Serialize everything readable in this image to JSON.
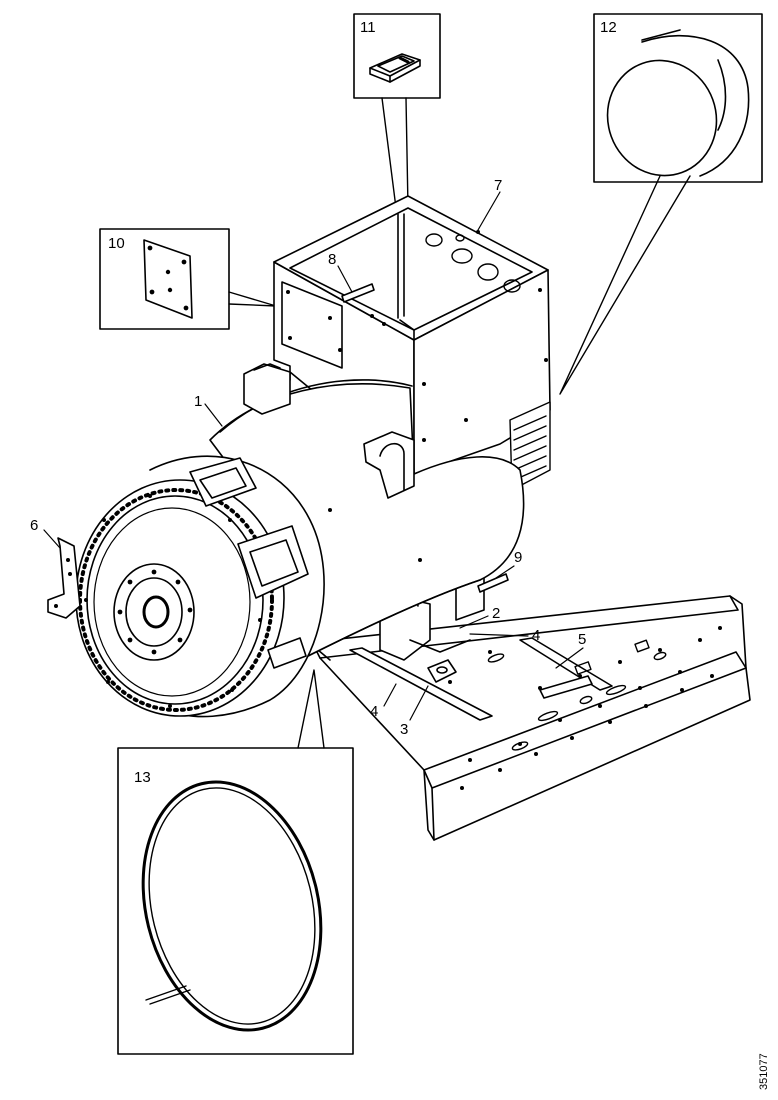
{
  "callouts": {
    "c1": "1",
    "c2": "2",
    "c3": "3",
    "c4a": "4",
    "c4b": "4",
    "c5": "5",
    "c6": "6",
    "c7": "7",
    "c8": "8",
    "c9": "9",
    "c10": "10",
    "c11": "11",
    "c12": "12",
    "c13": "13"
  },
  "reference_number": "351077",
  "colors": {
    "line": "#000000",
    "background": "#ffffff"
  }
}
